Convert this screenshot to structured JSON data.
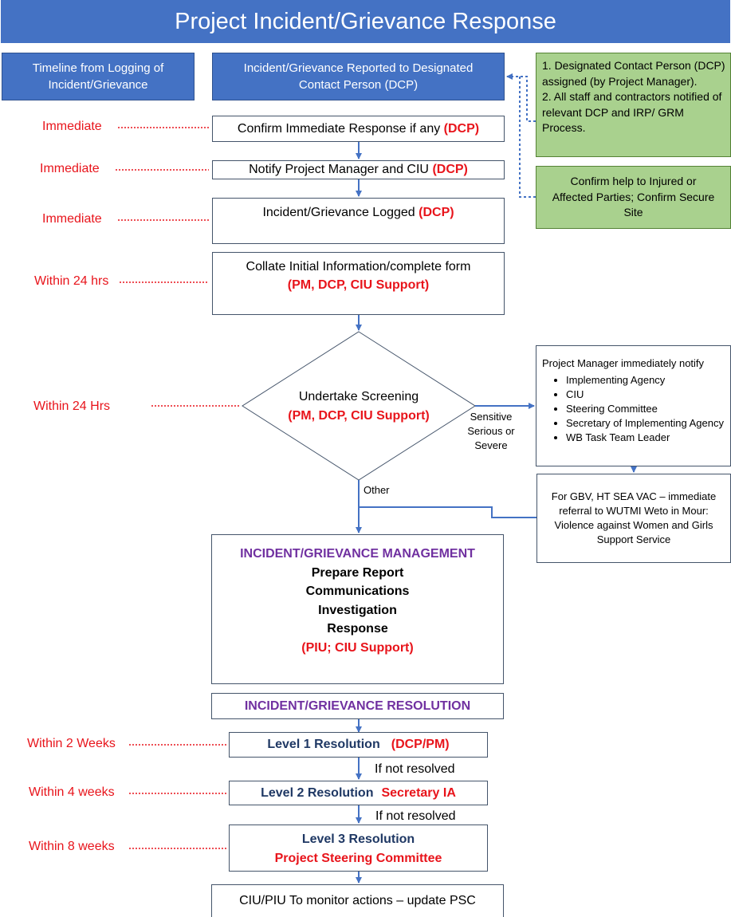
{
  "title": "Project Incident/Grievance Response",
  "headers": {
    "timeline": "Timeline from Logging of Incident/Grievance",
    "reported": "Incident/Grievance Reported to Designated Contact Person (DCP)"
  },
  "side_notes": {
    "assign_line1": "1. Designated Contact Person (DCP) assigned (by Project Manager).",
    "assign_line2": "2. All staff and contractors notified of relevant DCP and IRP/ GRM Process.",
    "help": "Confirm help to Injured or Affected Parties; Confirm Secure Site"
  },
  "steps": {
    "confirm": {
      "text": "Confirm Immediate Response if any ",
      "who": "(DCP)"
    },
    "notify": {
      "text": "Notify Project Manager and CIU ",
      "who": "(DCP)"
    },
    "logged": {
      "text": "Incident/Grievance Logged ",
      "who": "(DCP)"
    },
    "collate": {
      "text": "Collate Initial Information/complete form",
      "who": "(PM, DCP, CIU Support)"
    },
    "screening": {
      "text": "Undertake Screening",
      "who": "(PM, DCP, CIU Support)"
    }
  },
  "timeline": {
    "t1": "Immediate",
    "t2": "Immediate",
    "t3": "Immediate",
    "t4": "Within 24 hrs",
    "t5": "Within 24 Hrs",
    "t6": "Within 2 Weeks",
    "t7": "Within 4 weeks",
    "t8": "Within 8 weeks"
  },
  "branch_labels": {
    "sensitive": "Sensitive Serious or Severe",
    "other": "Other"
  },
  "notify_box": {
    "heading": "Project Manager immediately notify",
    "items": [
      "Implementing Agency",
      "CIU",
      "Steering Committee",
      "Secretary of Implementing Agency",
      "WB Task Team Leader"
    ]
  },
  "gbv_box": "For GBV, HT SEA VAC – immediate referral to WUTMI Weto in Mour: Violence against Women and Girls Support Service",
  "management": {
    "heading": "INCIDENT/GRIEVANCE MANAGEMENT",
    "lines": [
      "Prepare Report",
      "Communications",
      "Investigation",
      "Response"
    ],
    "who": "(PIU; CIU Support)"
  },
  "resolution": {
    "heading": "INCIDENT/GRIEVANCE RESOLUTION",
    "level1": {
      "text": "Level 1 Resolution",
      "who": "(DCP/PM)"
    },
    "level2": {
      "text": "Level 2 Resolution",
      "who": "Secretary IA"
    },
    "level3": {
      "text": "Level 3 Resolution",
      "who": "Project Steering Committee"
    },
    "not_resolved_1": "If not resolved",
    "not_resolved_2": "If not resolved"
  },
  "monitor": "CIU/PIU To monitor actions – update PSC",
  "colors": {
    "header_blue": "#4472c4",
    "green": "#a9d18e",
    "red": "#e8141b",
    "purple": "#7030a0",
    "navy": "#1f3864",
    "line_blue": "#4472c4"
  }
}
